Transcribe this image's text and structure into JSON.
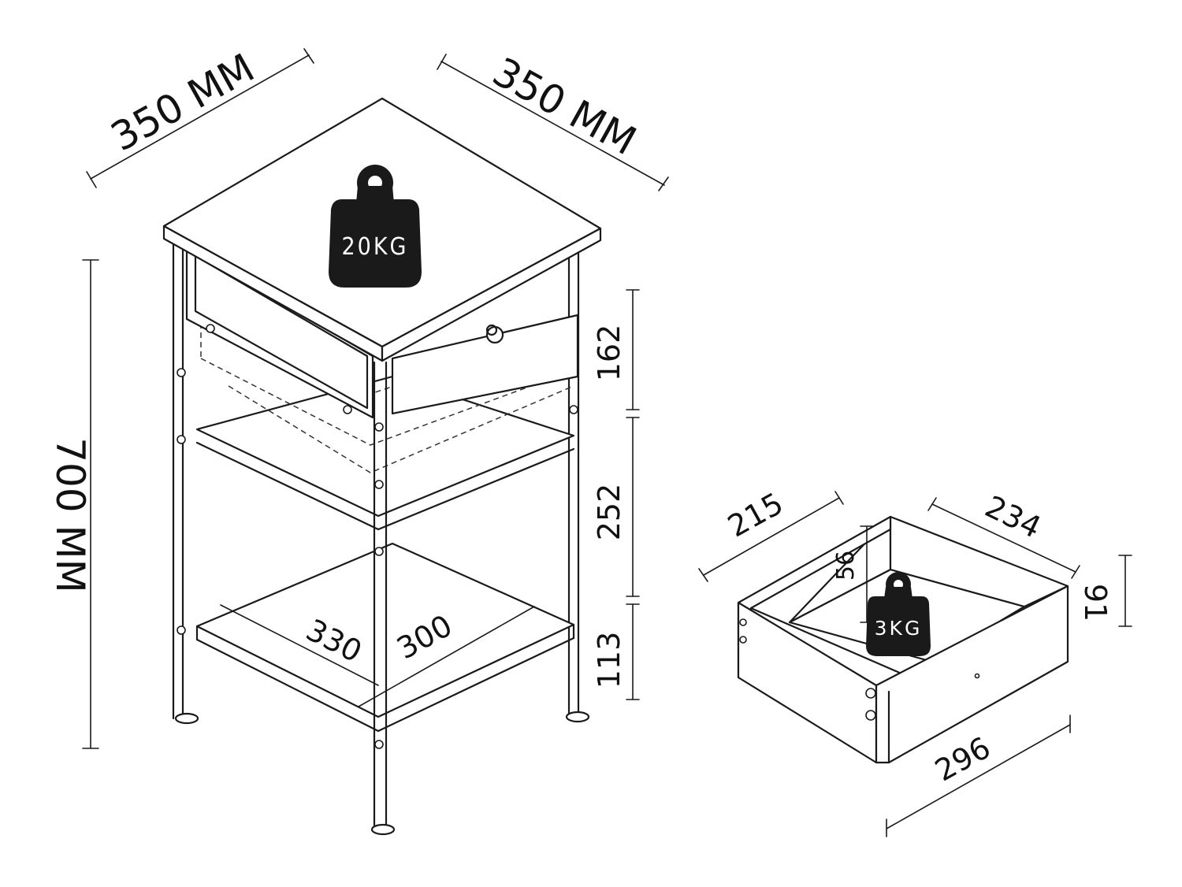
{
  "dimensions": {
    "top_width_left": "350 MM",
    "top_width_right": "350 MM",
    "total_height": "700 MM",
    "drawer_section_height": "162",
    "middle_section_height": "252",
    "bottom_section_height": "113",
    "bottom_shelf_depth": "330",
    "bottom_shelf_width": "300"
  },
  "loads": {
    "top_load": "20KG",
    "drawer_load": "3KG"
  },
  "drawer": {
    "inner_width": "215",
    "inner_depth": "234",
    "inner_height": "56",
    "height": "91",
    "front_width": "296"
  }
}
